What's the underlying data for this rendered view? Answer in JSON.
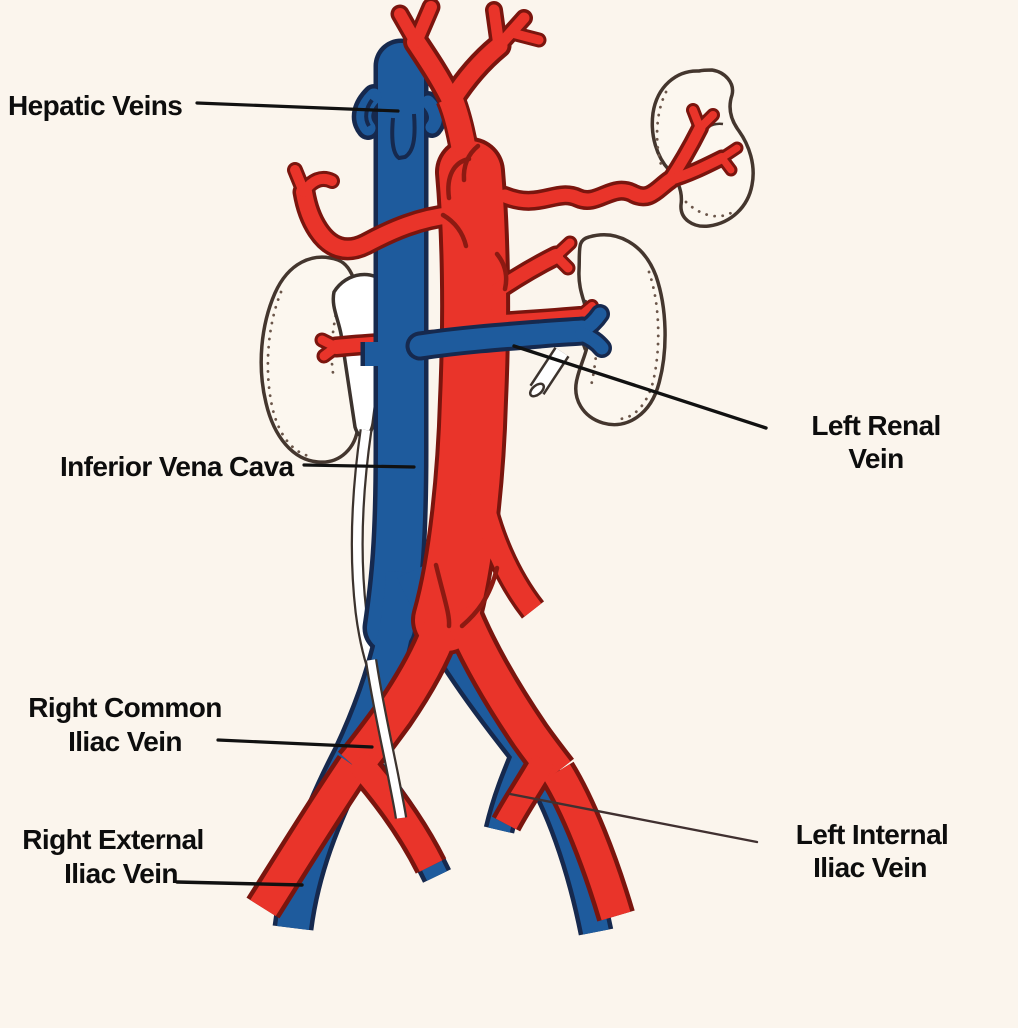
{
  "diagram": {
    "subject": "inferior-vena-cava-and-abdominal-aorta",
    "colors": {
      "background": "#fbf5ed",
      "vein_fill": "#1e5b9d",
      "vein_outline": "#16294e",
      "artery_fill": "#e9342a",
      "artery_outline": "#7a150e",
      "kidney_fill": "#fcf7ef",
      "kidney_outline": "#44362e",
      "ureter_fill": "#ffffff",
      "label_text": "#0d0d0d",
      "leader_line": "#111111"
    },
    "labels": {
      "hepatic_veins": {
        "line1": "Hepatic Veins"
      },
      "inferior_vena_cava": {
        "line1": "Inferior Vena Cava"
      },
      "left_renal_vein": {
        "line1": "Left Renal",
        "line2": "Vein"
      },
      "right_common_iliac": {
        "line1": "Right Common",
        "line2": "Iliac Vein"
      },
      "right_external_iliac": {
        "line1": "Right External",
        "line2": "Iliac Vein"
      },
      "left_internal_iliac": {
        "line1": "Left Internal",
        "line2": "Iliac Vein"
      }
    }
  }
}
